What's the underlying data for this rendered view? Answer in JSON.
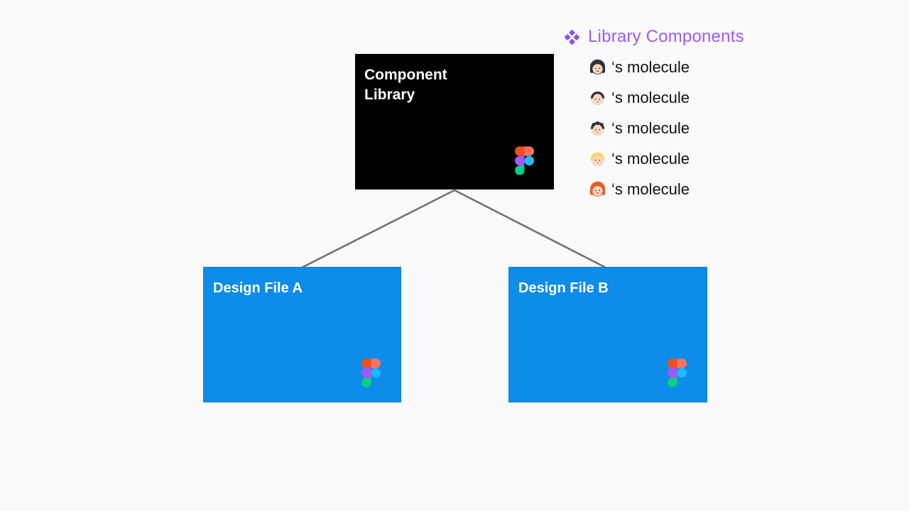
{
  "canvas": {
    "background": "#FAFAFA"
  },
  "colors": {
    "box_black": "#000000",
    "box_blue": "#0D8CE9",
    "box_blue_border": "#0B7ED3",
    "connector_gray": "#6F6F72",
    "accent_purple": "#9D5BF6",
    "icon_purple": "#8B55F1",
    "text_dark": "#111111",
    "figma_red": "#F24E1E",
    "figma_salmon": "#FF7262",
    "figma_purple": "#A259FF",
    "figma_blue": "#1ABCFE",
    "figma_green": "#0ACF83",
    "skin": "#F8D8C2",
    "hair_dark": "#30323A",
    "hair_blond": "#FFD348",
    "hair_red": "#E85C2B",
    "lips": "#D6452F",
    "eyes": "#3F3F44"
  },
  "boxes": {
    "library": {
      "title": "Component Library"
    },
    "file_a": {
      "title": "Design File A"
    },
    "file_b": {
      "title": "Design File B"
    }
  },
  "legend": {
    "title": "Library Components",
    "items": [
      {
        "avatar": "woman-dark-hair",
        "label": "‘s molecule"
      },
      {
        "avatar": "person-dark-hair",
        "label": "‘s molecule"
      },
      {
        "avatar": "boy-curly-hair",
        "label": "‘s molecule"
      },
      {
        "avatar": "person-blond-hair",
        "label": "‘s molecule"
      },
      {
        "avatar": "woman-red-hair",
        "label": "‘s molecule"
      }
    ]
  }
}
